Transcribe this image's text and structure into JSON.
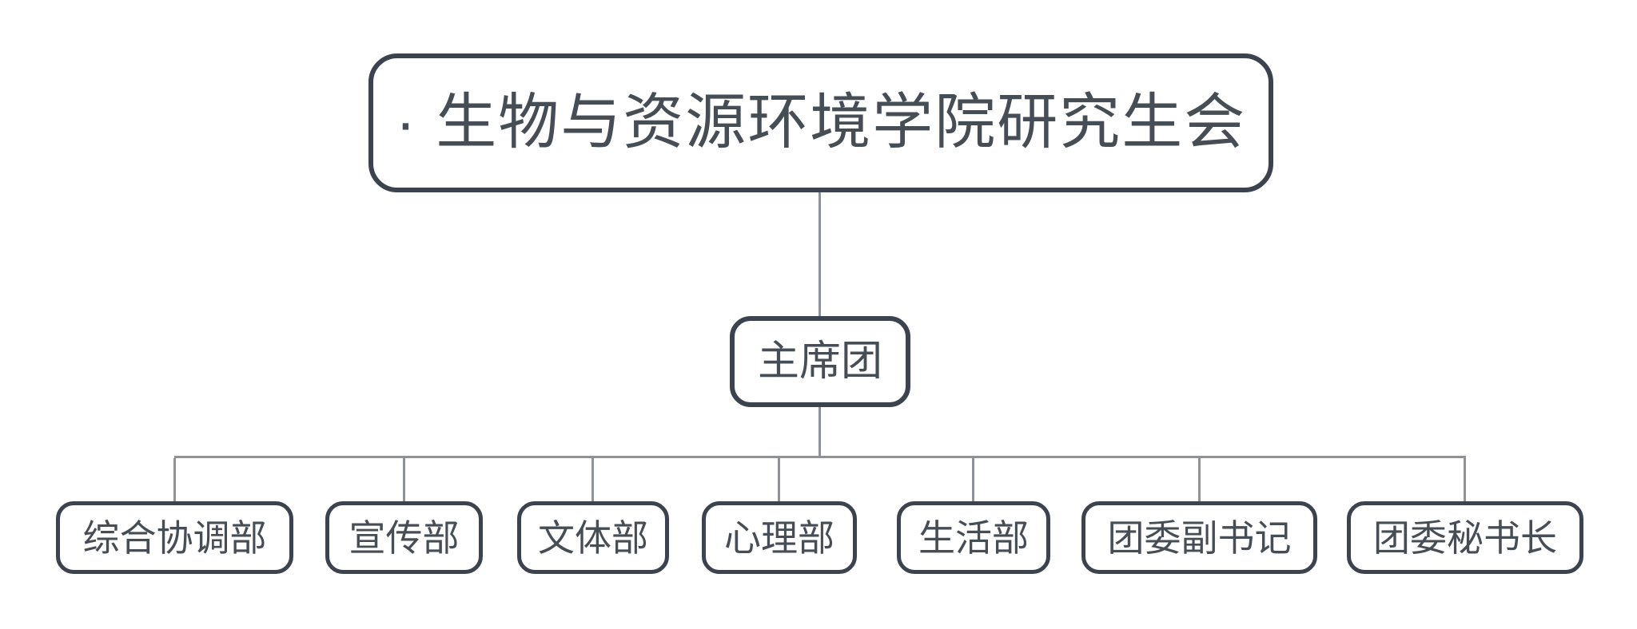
{
  "chart": {
    "type": "org-chart",
    "root": {
      "label": "· 生物与资源环境学院研究生会"
    },
    "presidium": {
      "label": "主席团"
    },
    "departments": [
      {
        "label": "综合协调部"
      },
      {
        "label": "宣传部"
      },
      {
        "label": "文体部"
      },
      {
        "label": "心理部"
      },
      {
        "label": "生活部"
      },
      {
        "label": "团委副书记"
      },
      {
        "label": "团委秘书长"
      }
    ],
    "colors": {
      "node_border": "#3c434e",
      "node_text": "#474d55",
      "connector": "#8f9398",
      "background": "#ffffff"
    }
  }
}
